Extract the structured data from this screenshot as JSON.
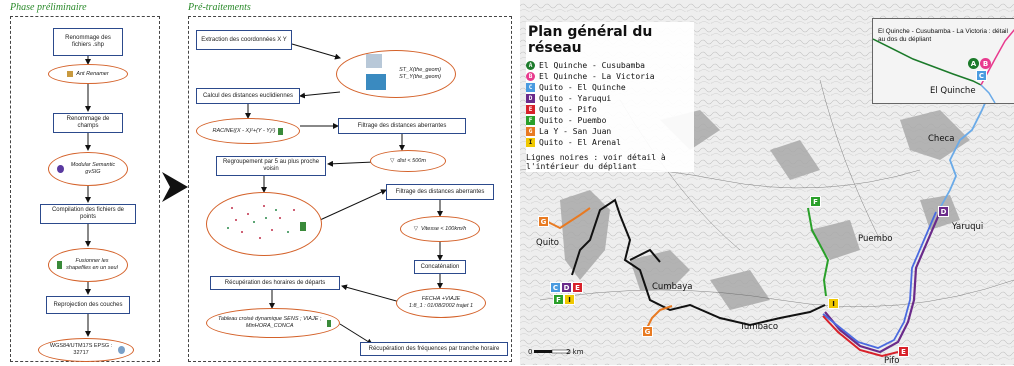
{
  "left_panel": {
    "title": "Phase préliminaire",
    "items": [
      "Renommage des fichiers .shp",
      "Ant Renamer",
      "Renommage de champs",
      "Modular Semantic gvSIG",
      "Compilation des fichiers de points",
      "Fusionner les shapefiles en un seul",
      "Reprojection des couches",
      "WGS84/UTM17S EPSG : 32717"
    ]
  },
  "middle_panel": {
    "title": "Pré-traitements",
    "extract": "Extraction des coordonnées X Y",
    "st_x": "ST_X(the_geom)",
    "st_y": "ST_Y(the_geom)",
    "calc": "Calcul des distances euclidiennes",
    "racine": "RACINE((X - X)²+(Y - Y)²)",
    "filter1": "Filtrage des distances aberrantes",
    "dist": "dist < 500m",
    "regroup": "Regroupement par 5 au plus proche voisin",
    "filter2": "Filtrage des distances aberrantes",
    "vitesse": "Vitesse < 100km/h",
    "concat": "Concaténation",
    "fecha": "FECHA +VIAJE",
    "fecha2": "1:8_1 : 01/08/2002 trajet 1",
    "recup1": "Récupération des horaires de départs",
    "tableau": "Tableau croisé dynamique SENS ; VIAJE ; MinHORA_CONCA",
    "recup2": "Récupération des fréquences par tranche horaire"
  },
  "map": {
    "title": "Plan général du réseau",
    "legend": [
      {
        "code": "A",
        "label": "El Quinche - Cusubamba",
        "color": "#1b7a2a",
        "shape": "circle"
      },
      {
        "code": "B",
        "label": "El Quinche - La Victoria",
        "color": "#e83a8e",
        "shape": "circle"
      },
      {
        "code": "C",
        "label": "Quito - El Quinche",
        "color": "#4a9be0",
        "shape": "square"
      },
      {
        "code": "D",
        "label": "Quito - Yaruqui",
        "color": "#6a2a8a",
        "shape": "square"
      },
      {
        "code": "E",
        "label": "Quito - Pifo",
        "color": "#d8212a",
        "shape": "square"
      },
      {
        "code": "F",
        "label": "Quito - Puembo",
        "color": "#2aa02a",
        "shape": "square"
      },
      {
        "code": "G",
        "label": "La Y - San Juan",
        "color": "#e87a22",
        "shape": "square"
      },
      {
        "code": "I",
        "label": "Quito - El Arenal",
        "color": "#f0c800",
        "shape": "square"
      }
    ],
    "note": "Lignes noires : voir détail à l'intérieur du dépliant",
    "inset_note": "El Quinche - Cusubamba - La Victoria : détail au dos du dépliant",
    "places": {
      "el_quinche": "El Quinche",
      "checa": "Checa",
      "yaruqui": "Yaruqui",
      "puembo": "Puembo",
      "quito": "Quito",
      "cumbaya": "Cumbaya",
      "tumbaco": "Tumbaco",
      "pifo": "Pifo"
    },
    "scale_zero": "0",
    "scale_two": "2 km"
  }
}
